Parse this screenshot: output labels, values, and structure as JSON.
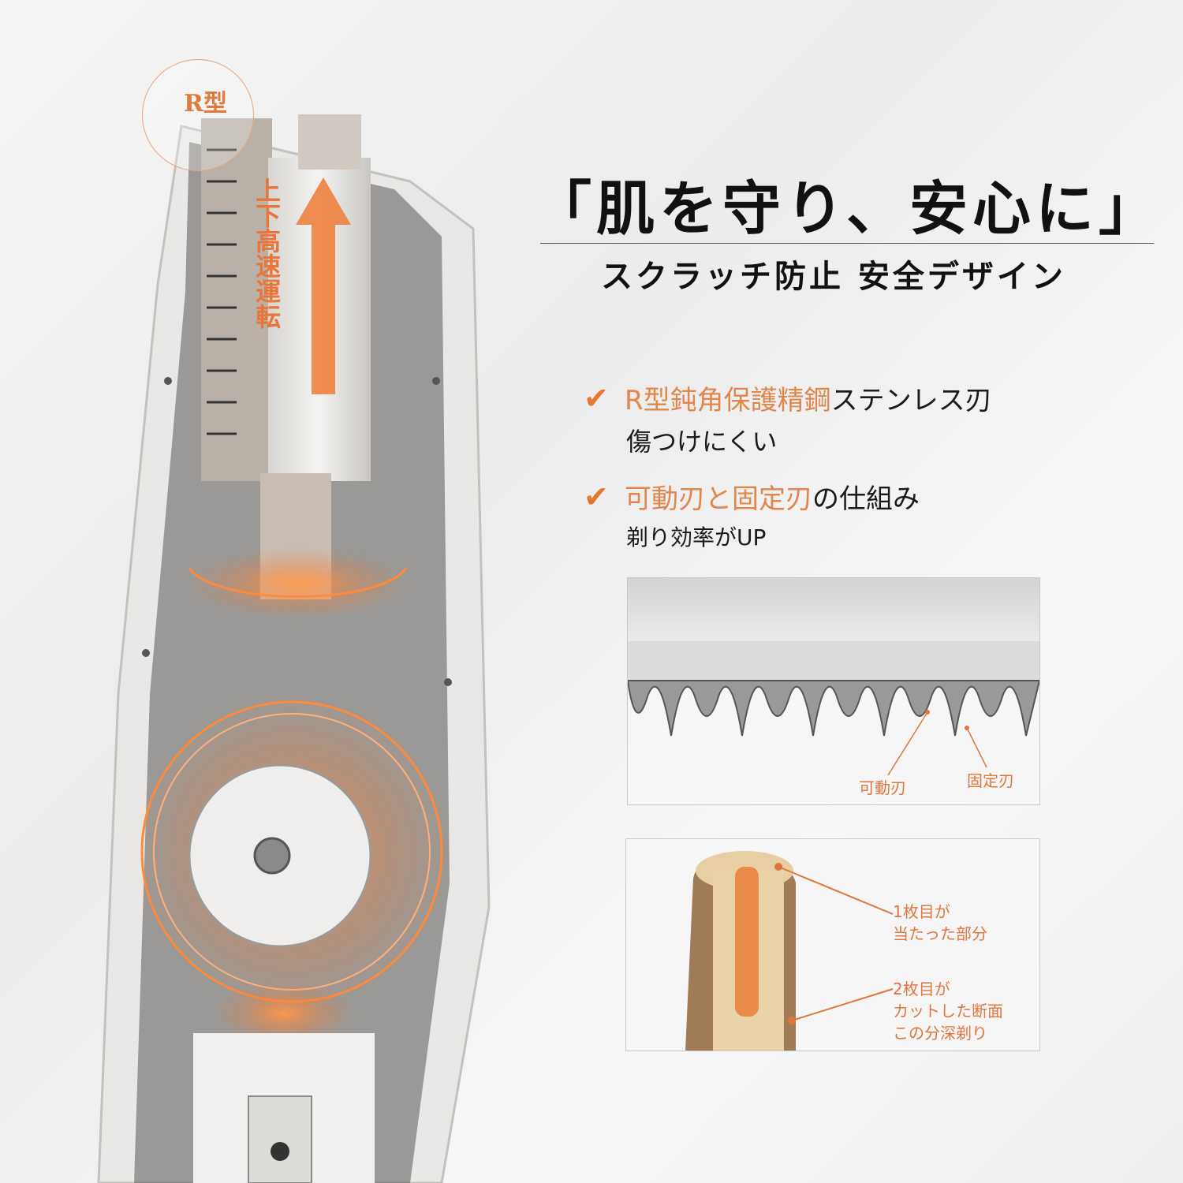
{
  "colors": {
    "accent": "#e67630",
    "text": "#111111"
  },
  "badge": {
    "label": "R型"
  },
  "device": {
    "vertical_label": "上下高速運転"
  },
  "heading": {
    "title": "「肌を守り、安心に」",
    "subtitle": "スクラッチ防止 安全デザイン"
  },
  "features": [
    {
      "icon": "check-icon",
      "highlight": "R型鈍角保護精鋼",
      "rest": "ステンレス刃",
      "detail": "傷つけにくい"
    },
    {
      "icon": "check-icon",
      "highlight": "可動刃と固定刃",
      "rest": "の仕組み",
      "detail": "剃り効率がUP"
    }
  ],
  "blade_diagram": {
    "movable_label": "可動刃",
    "fixed_label": "固定刃"
  },
  "hair_diagram": {
    "first_label_1": "1枚目が",
    "first_label_2": "当たった部分",
    "second_label_1": "2枚目が",
    "second_label_2": "カットした断面",
    "second_label_3": "この分深剃り"
  }
}
